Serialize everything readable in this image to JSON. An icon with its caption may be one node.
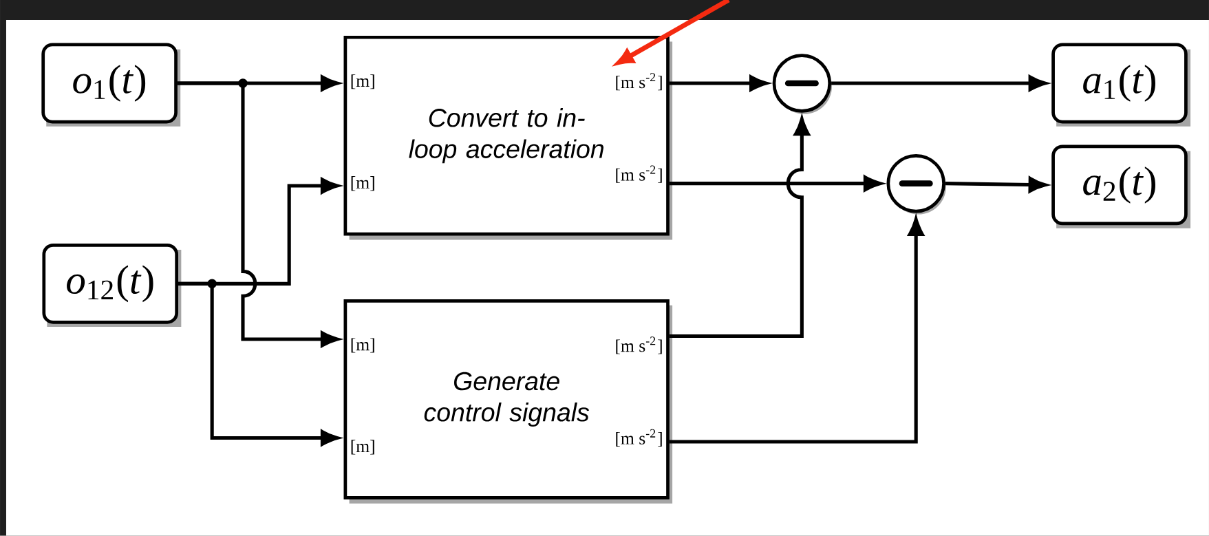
{
  "diagram": {
    "nodes": [
      {
        "text": [
          "*o*$_{1}$(*t*)"
        ]
      },
      {
        "text": [
          "*o*$_{12}$(*t*)"
        ]
      },
      {
        "text": [
          "Convert to in-loop acceleration"
        ]
      },
      {
        "text": [
          "[m]"
        ],
        "in": 2
      },
      {
        "text": [
          "[m s$^{-2}$]"
        ],
        "in": 2
      },
      {
        "text": [
          "[m]"
        ],
        "in": 2
      },
      {
        "text": [
          "[m s$^{-2}$]"
        ],
        "in": 2
      },
      {
        "text": [
          "Generate control signals"
        ]
      },
      {
        "text": [
          "[m]"
        ],
        "in": 7
      },
      {
        "text": [
          "[m s$^{-2}$]"
        ],
        "in": 7
      },
      {
        "text": [
          "[m]"
        ],
        "in": 7
      },
      {
        "text": [
          "[m s$^{-2}$]"
        ],
        "in": 7
      },
      {
        "text": [],
        "shape": "circle"
      },
      {
        "text": [],
        "shape": "circle"
      },
      {
        "text": [
          "*a*$_{1}$(*t*)"
        ]
      },
      {
        "text": [
          "*a*$_{2}$(*t*)"
        ]
      }
    ],
    "edges": [
      {
        "from": 0,
        "to": 2,
        "arrow": "to"
      },
      {
        "from": 0,
        "to": 7,
        "arrow": "to"
      },
      {
        "from": 1,
        "to": 2,
        "arrow": "to"
      },
      {
        "from": 1,
        "to": 7,
        "arrow": "to"
      },
      {
        "from": 2,
        "to": 12,
        "arrow": "to"
      },
      {
        "from": 2,
        "to": 13,
        "arrow": "to"
      },
      {
        "from": 7,
        "to": 12,
        "arrow": "to"
      },
      {
        "from": 7,
        "to": 13,
        "arrow": "to"
      },
      {
        "from": 12,
        "to": 14,
        "arrow": "to"
      },
      {
        "from": 13,
        "to": 15,
        "arrow": "to"
      },
      {
        "from": null,
        "to": 4,
        "arrow": "to",
        "color": "#f42a10"
      }
    ]
  }
}
